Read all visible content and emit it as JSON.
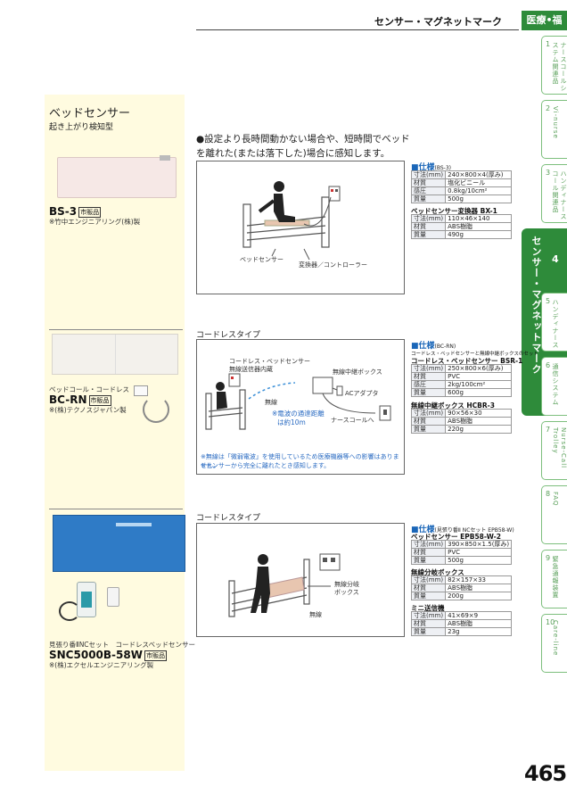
{
  "header": {
    "title": "センサー・マグネットマーク",
    "badge": "医療•福祉"
  },
  "side_tabs": [
    {
      "num": "1",
      "label": "ナースコールシステム関連品"
    },
    {
      "num": "2",
      "label": "Vi-nurse"
    },
    {
      "num": "3",
      "label": "ハンディナースコール関連品"
    },
    {
      "num": "5",
      "label": "ハンディナース"
    },
    {
      "num": "6",
      "label": "通信システム"
    },
    {
      "num": "7",
      "label": "Nurse-Call Trolley"
    },
    {
      "num": "8",
      "label": "FAQ"
    },
    {
      "num": "9",
      "label": "緊急通報装置"
    },
    {
      "num": "10",
      "label": "Care-line"
    }
  ],
  "active_tab": {
    "num": "4",
    "label": "センサー・マグネットマーク"
  },
  "section": {
    "title": "ベッドセンサー",
    "subtitle": "起き上がり検知型"
  },
  "products": [
    {
      "caption": "",
      "model": "BS-3",
      "badge": "市販品",
      "maker": "※竹中エンジニアリング(株)製"
    },
    {
      "caption": "ベッドコール・コードレス",
      "model": "BC-RN",
      "badge": "市販品",
      "maker": "※(株)テクノスジャパン製"
    },
    {
      "caption": "見張り番ⅡNCセット　コードレスベッドセンサー",
      "model": "SNC5000B-58W",
      "badge": "市販品",
      "maker": "※(株)エクセルエンジニアリング製"
    }
  ],
  "bullet": "●設定より長時間動かない場合や、短時間でベッドを離れた(または落下した)場合に感知します。",
  "diagram1": {
    "labels": [
      "ベッドセンサー",
      "変換器／コントローラー"
    ]
  },
  "diagram2": {
    "type_label": "コードレスタイプ",
    "labels": [
      "コードレス・ベッドセンサー",
      "無線送信器内蔵",
      "無線中継ボックス",
      "ACアダプタ",
      "ナースコールへ",
      "無線"
    ],
    "range_note": [
      "※電波の通達距離",
      "は約10m"
    ],
    "notes": [
      "※無線は「微弱電波」を使用しているため医療機器等への影響はありません。",
      "※センサーから完全に離れたとき感知します。"
    ]
  },
  "diagram3": {
    "type_label": "コードレスタイプ",
    "labels": [
      "無線分岐",
      "ボックス",
      "無線"
    ]
  },
  "specs": [
    {
      "heading": "■仕様",
      "heading_small": "(BS-3)",
      "groups": [
        {
          "title": "",
          "rows": [
            [
              "寸法(mm)",
              "240×800×4(厚み)"
            ],
            [
              "材質",
              "塩化ビニール"
            ],
            [
              "感圧",
              "0.8kg/10cm²"
            ],
            [
              "質量",
              "500g"
            ]
          ]
        },
        {
          "title": "ベッドセンサー変換器 BX-1",
          "rows": [
            [
              "寸法(mm)",
              "110×46×140"
            ],
            [
              "材質",
              "ABS樹脂"
            ],
            [
              "質量",
              "490g"
            ]
          ]
        }
      ]
    },
    {
      "heading": "■仕様",
      "heading_small": "(BC-RN)",
      "note": "コードレス・ベッドセンサーと無線中継ボックスのセット",
      "groups": [
        {
          "title": "コードレス・ベッドセンサー BSR-1",
          "rows": [
            [
              "寸法(mm)",
              "250×800×6(厚み)"
            ],
            [
              "材質",
              "PVC"
            ],
            [
              "感圧",
              "2kg/100cm²"
            ],
            [
              "質量",
              "600g"
            ]
          ]
        },
        {
          "title": "無線中継ボックス HCBR-3",
          "rows": [
            [
              "寸法(mm)",
              "90×56×30"
            ],
            [
              "材質",
              "ABS樹脂"
            ],
            [
              "質量",
              "220g"
            ]
          ]
        }
      ]
    },
    {
      "heading": "■仕様",
      "heading_small": "(見張り番Ⅱ NCセット EPB58-W)",
      "groups": [
        {
          "title": "ベッドセンサー EPB58-W-2",
          "rows": [
            [
              "寸法(mm)",
              "390×850×1.5(厚み)"
            ],
            [
              "材質",
              "PVC"
            ],
            [
              "質量",
              "500g"
            ]
          ]
        },
        {
          "title": "無線分岐ボックス",
          "rows": [
            [
              "寸法(mm)",
              "82×157×33"
            ],
            [
              "材質",
              "ABS樹脂"
            ],
            [
              "質量",
              "200g"
            ]
          ]
        },
        {
          "title": "ミニ送信機",
          "rows": [
            [
              "寸法(mm)",
              "41×69×9"
            ],
            [
              "材質",
              "ABS樹脂"
            ],
            [
              "質量",
              "23g"
            ]
          ]
        }
      ]
    }
  ],
  "page_number": "465"
}
